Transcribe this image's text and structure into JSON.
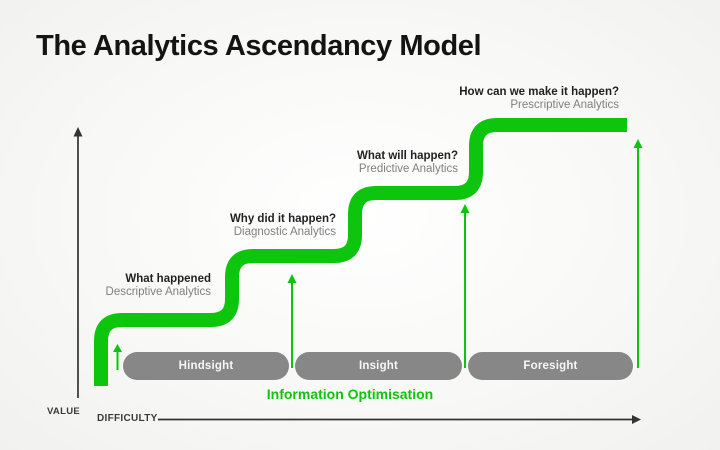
{
  "title": "The Analytics Ascendancy Model",
  "steps": [
    {
      "question": "What happened",
      "category": "Descriptive Analytics"
    },
    {
      "question": "Why did it happen?",
      "category": "Diagnostic Analytics"
    },
    {
      "question": "What will happen?",
      "category": "Predictive Analytics"
    },
    {
      "question": "How can we make it happen?",
      "category": "Prescriptive Analytics"
    }
  ],
  "stages": [
    {
      "label": "Hindsight"
    },
    {
      "label": "Insight"
    },
    {
      "label": "Foresight"
    }
  ],
  "axes": {
    "y_label": "VALUE",
    "x_label": "DIFFICULTY"
  },
  "footer": {
    "optimisation_label": "Information Optimisation"
  },
  "colors": {
    "accent_green": "#0dc50d",
    "stage_pill_gray": "#878787",
    "title_text": "#141414",
    "secondary_text": "#808080",
    "axis": "#333333"
  }
}
